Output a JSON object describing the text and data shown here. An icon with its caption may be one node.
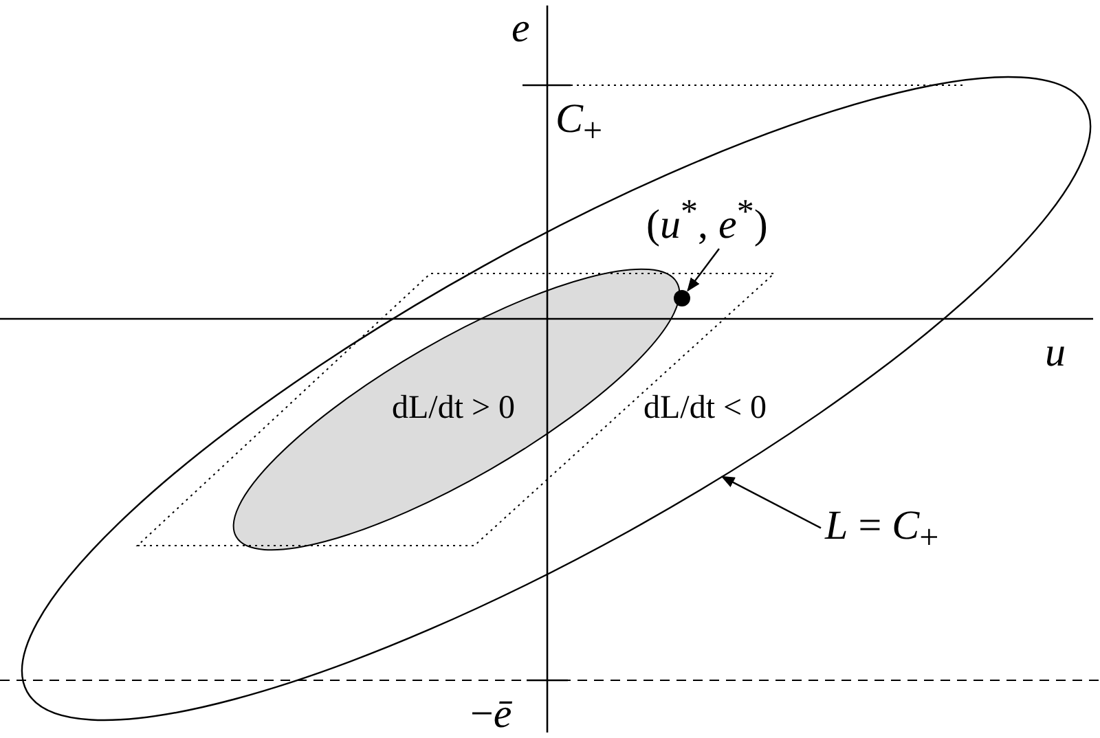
{
  "diagram": {
    "nodes": [
      {
        "text": [
          "(*u*$^{*}$, *e*$^{*}$)"
        ],
        "in": 3
      },
      {
        "text": [],
        "shape": "circle",
        "in": 3
      },
      {
        "text": [
          "*L* = *C*$_{+}$"
        ]
      },
      {
        "text": [],
        "shape": "ellipse"
      }
    ],
    "edges": [
      {
        "from": 0,
        "to": 1,
        "arrow": "to"
      },
      {
        "from": 2,
        "to": 3,
        "arrow": "to"
      }
    ],
    "labels": [
      "*e*",
      "*C*$_{+}$",
      "*u*",
      "dL/dt > 0",
      "dL/dt < 0",
      "−*ē*"
    ]
  }
}
